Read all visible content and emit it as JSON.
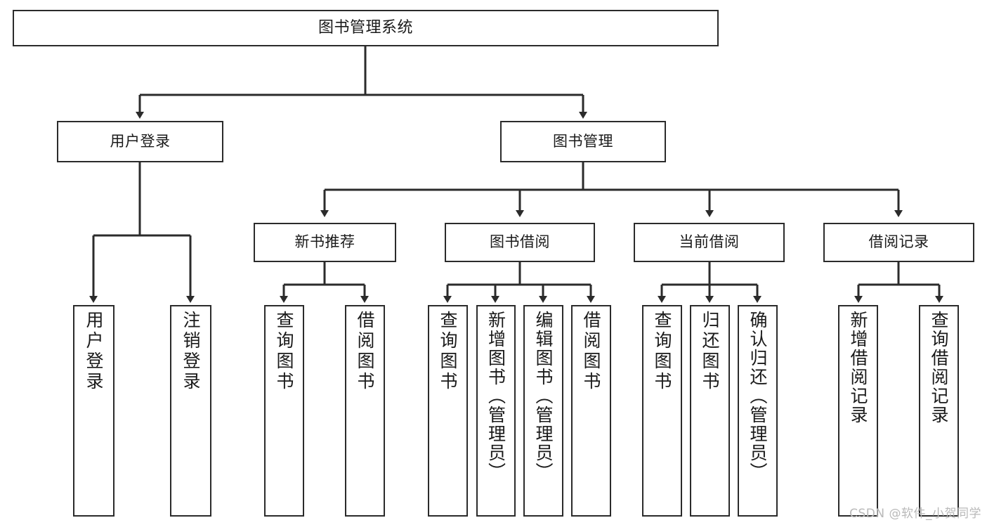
{
  "diagram": {
    "title": "图书管理系统",
    "watermark": "CSDN @软件_小贺同学",
    "line_color": "#2b2b2b",
    "box_fill": "#ffffff",
    "text_color": "#1a1a1a",
    "watermark_color": "#b9b9b9",
    "levels": {
      "level1": [
        {
          "id": "root",
          "label": "图书管理系统"
        }
      ],
      "level2": [
        {
          "id": "user-login",
          "label": "用户登录"
        },
        {
          "id": "book-manage",
          "label": "图书管理"
        }
      ],
      "level3": [
        {
          "id": "new-book-rec",
          "label": "新书推荐"
        },
        {
          "id": "book-borrow",
          "label": "图书借阅"
        },
        {
          "id": "current-borrow",
          "label": "当前借阅"
        },
        {
          "id": "borrow-record",
          "label": "借阅记录"
        }
      ],
      "level4": [
        {
          "id": "leaf-user-login",
          "label": "用户登录",
          "parent": "user-login"
        },
        {
          "id": "leaf-user-logout",
          "label": "注销登录",
          "parent": "user-login"
        },
        {
          "id": "leaf-query-book-1",
          "label": "查询图书",
          "parent": "new-book-rec"
        },
        {
          "id": "leaf-borrow-book-1",
          "label": "借阅图书",
          "parent": "new-book-rec"
        },
        {
          "id": "leaf-query-book-2",
          "label": "查询图书",
          "parent": "book-borrow"
        },
        {
          "id": "leaf-add-book",
          "label": "新增图书（管理员）",
          "parent": "book-borrow"
        },
        {
          "id": "leaf-edit-book",
          "label": "编辑图书（管理员）",
          "parent": "book-borrow"
        },
        {
          "id": "leaf-borrow-book-2",
          "label": "借阅图书",
          "parent": "book-borrow"
        },
        {
          "id": "leaf-query-book-3",
          "label": "查询图书",
          "parent": "current-borrow"
        },
        {
          "id": "leaf-return-book",
          "label": "归还图书",
          "parent": "current-borrow"
        },
        {
          "id": "leaf-confirm-return",
          "label": "确认归还（管理员）",
          "parent": "current-borrow"
        },
        {
          "id": "leaf-add-record",
          "label": "新增借阅记录",
          "parent": "borrow-record"
        },
        {
          "id": "leaf-query-record",
          "label": "查询借阅记录",
          "parent": "borrow-record"
        }
      ]
    }
  }
}
